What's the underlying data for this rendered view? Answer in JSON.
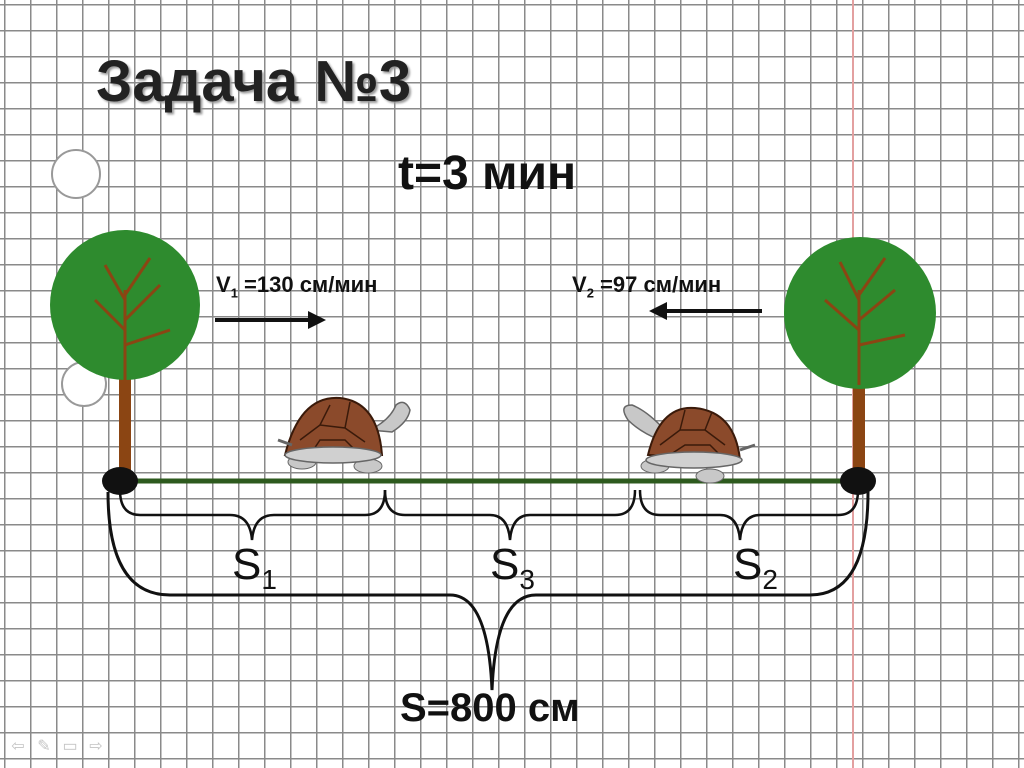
{
  "slide": {
    "title": "Задача №3",
    "time": "t=3 мин",
    "v1_label": "V",
    "v1_sub": "1",
    "v1_value": " =130 см/мин",
    "v2_label": "V",
    "v2_sub": "2",
    "v2_value": " =97 см/мин",
    "s1_label": "S",
    "s1_sub": "1",
    "s3_label": "S",
    "s3_sub": "3",
    "s2_label": "S",
    "s2_sub": "2",
    "total": "S=800 см"
  },
  "nav": {
    "prev_icon": "arrow-left-icon",
    "pen_icon": "pen-icon",
    "menu_icon": "menu-icon",
    "next_icon": "arrow-right-icon"
  },
  "colors": {
    "grid": "#8a8a8a",
    "margin_line": "#e3a0a0",
    "tree_crown": "#2e8b2e",
    "tree_trunk": "#8b4513",
    "road": "#2d5a1e",
    "shell": "#8b4a2b",
    "turtle_skin": "#c8c8c8"
  }
}
